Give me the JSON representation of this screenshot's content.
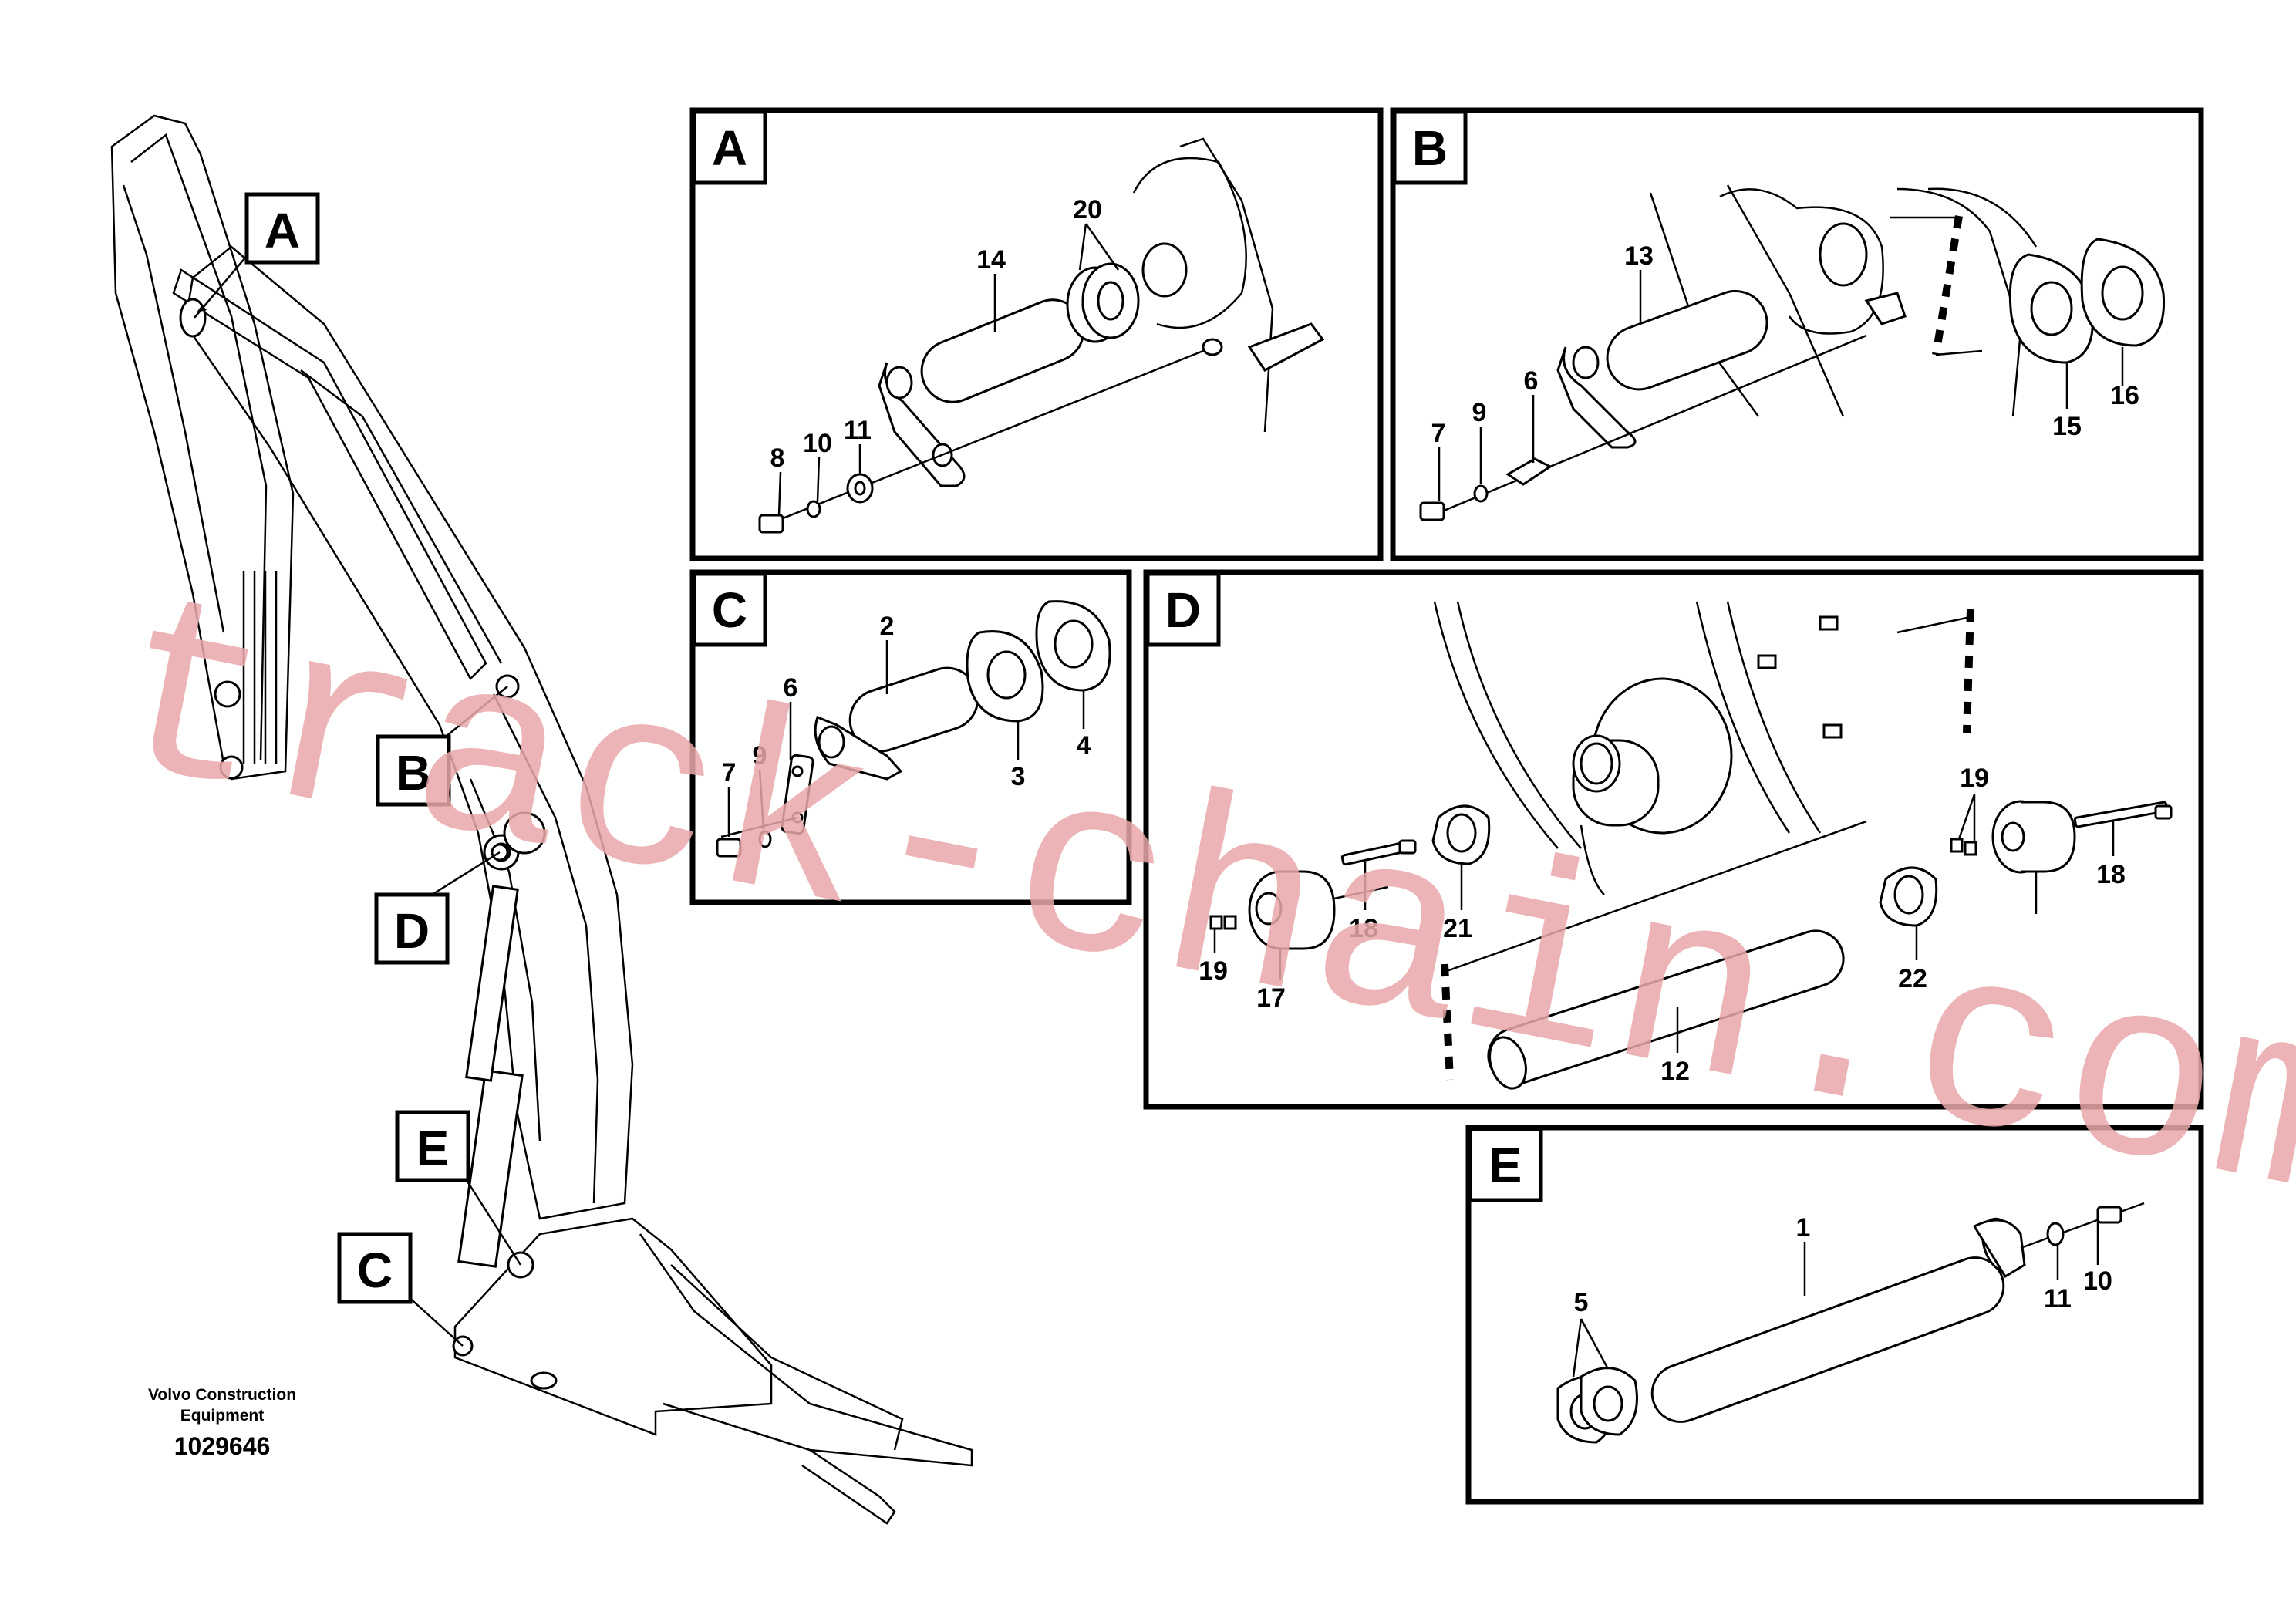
{
  "caption": {
    "company_line1": "Volvo Construction",
    "company_line2": "Equipment",
    "drawing_number": "1029646"
  },
  "callouts": [
    "A",
    "B",
    "C",
    "D",
    "E"
  ],
  "panels": {
    "A": {
      "letter": "A",
      "parts": [
        "14",
        "20",
        "8",
        "10",
        "11"
      ]
    },
    "B": {
      "letter": "B",
      "parts": [
        "13",
        "6",
        "9",
        "7",
        "15",
        "16"
      ]
    },
    "C": {
      "letter": "C",
      "parts": [
        "2",
        "6",
        "7",
        "9",
        "3",
        "4"
      ]
    },
    "D": {
      "letter": "D",
      "parts": [
        "19",
        "18",
        "21",
        "17",
        "18",
        "19",
        "22",
        "12"
      ]
    },
    "E": {
      "letter": "E",
      "parts": [
        "1",
        "5",
        "11",
        "10"
      ]
    }
  },
  "watermark": "track-chain.com"
}
